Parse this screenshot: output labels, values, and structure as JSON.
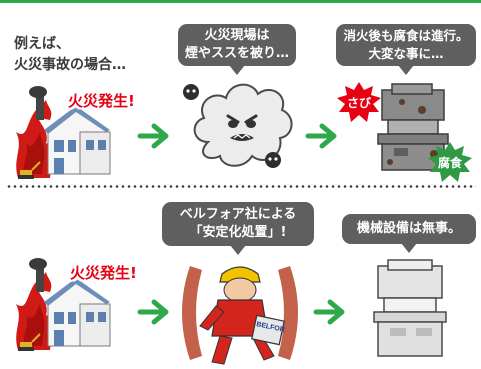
{
  "intro": {
    "line1": "例えば、",
    "line2": "火災事故の場合…"
  },
  "row1": {
    "fire_label": "火災発生!",
    "bubble_mid": {
      "line1": "火災現場は",
      "line2": "煙やススを被り…"
    },
    "bubble_right": {
      "line1": "消火後も腐食は進行。",
      "line2": "大変な事に…"
    },
    "badge_rust": "さび",
    "badge_corrosion": "腐食"
  },
  "row2": {
    "fire_label": "火災発生!",
    "bubble_mid": {
      "line1": "ベルフォア社による",
      "line2": "「安定化処置」!"
    },
    "bubble_right": {
      "line1": "機械設備は無事。"
    },
    "sign_text": "BELFOR"
  },
  "colors": {
    "green": "#2fa84a",
    "red": "#e60012",
    "bubble": "#5f5f5f",
    "corrosion_badge": "#2f9a43"
  }
}
